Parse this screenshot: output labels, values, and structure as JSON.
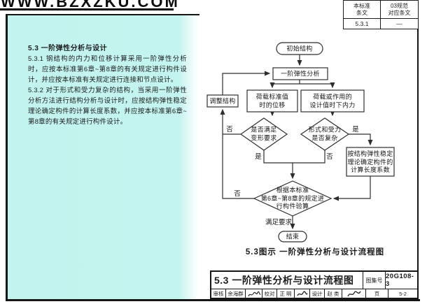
{
  "watermark": "WWW.BZXZKU.COM",
  "ref_table": {
    "col1_header": "本标准\n条文",
    "col2_header": "03规范\n对应条文",
    "col1_value": "5.3.1",
    "col2_value": "—"
  },
  "clause_panel": {
    "heading": "5.3  一阶弹性分析与设计",
    "paragraphs": [
      "5.3.1  钢结构的内力和位移计算采用一阶弹性分析时，应按本标准第6章~第8章的有关规定进行构件设计，并应按本标准有关规定进行连接和节点设计。",
      "5.3.2  对于形式和受力复杂的结构，当采用一阶弹性分析方法进行结构分析与设计时，应按结构弹性稳定理论确定构件的计算长度系数，并应按本标准第6章~第8章的有关规定进行构件设计。"
    ]
  },
  "flowchart": {
    "nodes": {
      "start": "初始结构",
      "analysis": "一阶弹性分析",
      "adjust": "调整结构",
      "displacement": "荷载标准值\n时的位移",
      "forces": "荷载或作用的\n设计值时下内力",
      "deform_check": "是否满足\n变形要求",
      "complex_check": "形式和受力\n是否复杂",
      "theory": "按结构弹性稳定\n理论确定构件的\n计算长度系数",
      "verify": "根据本标准\n第6章~第8章的规定进\n行构件验算",
      "end": "结束"
    },
    "edge_labels": {
      "no1": "否",
      "yes1": "是",
      "yes2": "是",
      "no2": "否",
      "no3": "否",
      "satisfy": "满足要求"
    },
    "caption": "5.3图示  一阶弹性分析与设计流程图"
  },
  "title_block": {
    "title": "5.3 一阶弹性分析与设计流程图",
    "atlas_label": "图集号",
    "atlas_no": "20G108-3",
    "review_label": "审核",
    "reviewer": "余海群",
    "check_label": "校对",
    "checker": "正 明",
    "design_label": "设计",
    "designer": "赵 类",
    "page_label": "页",
    "page_no": "5-2"
  },
  "colors": {
    "panel": "#c2f3ee",
    "line": "#2e2e2e"
  }
}
